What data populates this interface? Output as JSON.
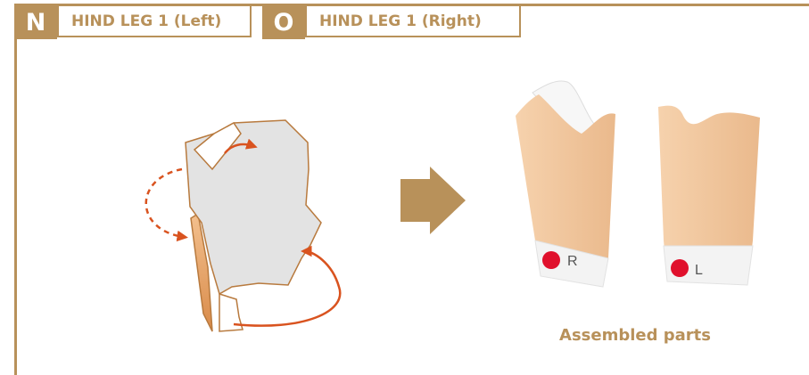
{
  "header": {
    "part_n": {
      "letter": "N",
      "title": "HIND LEG 1 (Left)"
    },
    "part_o": {
      "letter": "O",
      "title": "HIND LEG 1 (Right)"
    }
  },
  "assembled": {
    "caption": "Assembled parts",
    "right_piece_label": "R",
    "left_piece_label": "L"
  },
  "colors": {
    "accent": "#b8915a",
    "arrow": "#d9531f",
    "paper": "#f2c89e",
    "part_gray": "#e3e3e3",
    "marker_red": "#e0102c"
  },
  "icons": [
    "curved-arrow-icon",
    "dashed-curved-arrow-icon",
    "right-arrow-icon"
  ]
}
